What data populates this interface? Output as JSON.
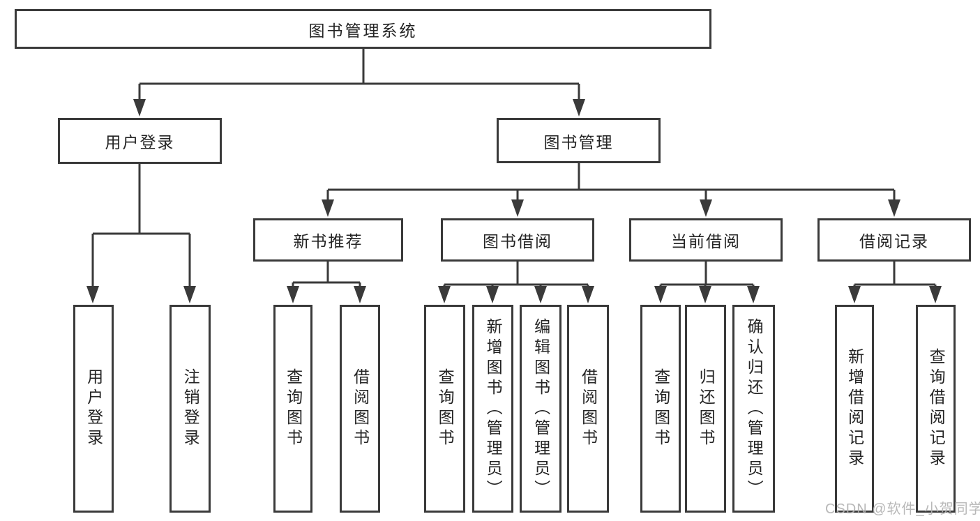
{
  "colors": {
    "line": "#3a3a3a",
    "text": "#242424",
    "background": "#ffffff",
    "watermark": "#b2b2b2"
  },
  "diagram": {
    "root": {
      "label": "图书管理系统"
    },
    "branches": [
      {
        "label": "用户登录",
        "leaves": [
          {
            "label": "用户登录"
          },
          {
            "label": "注销登录"
          }
        ]
      },
      {
        "label": "图书管理",
        "groups": [
          {
            "label": "新书推荐",
            "leaves": [
              {
                "label": "查询图书"
              },
              {
                "label": "借阅图书"
              }
            ]
          },
          {
            "label": "图书借阅",
            "leaves": [
              {
                "label": "查询图书"
              },
              {
                "label": "新增图书（管理员）"
              },
              {
                "label": "编辑图书（管理员）"
              },
              {
                "label": "借阅图书"
              }
            ]
          },
          {
            "label": "当前借阅",
            "leaves": [
              {
                "label": "查询图书"
              },
              {
                "label": "归还图书"
              },
              {
                "label": "确认归还（管理员）"
              }
            ]
          },
          {
            "label": "借阅记录",
            "leaves": [
              {
                "label": "新增借阅记录"
              },
              {
                "label": "查询借阅记录"
              }
            ]
          }
        ]
      }
    ]
  },
  "watermark": {
    "text": "CSDN @软件_小贺同学"
  }
}
